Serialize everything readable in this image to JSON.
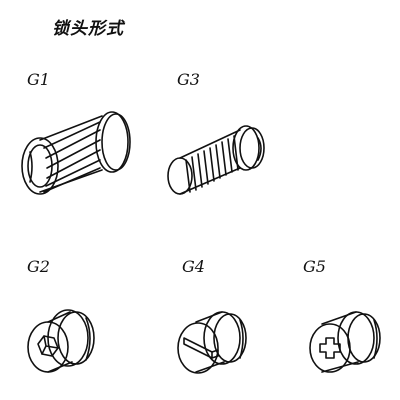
{
  "title": "锁头形式",
  "items": [
    {
      "id": "G1"
    },
    {
      "id": "G3"
    },
    {
      "id": "G2"
    },
    {
      "id": "G4"
    },
    {
      "id": "G5"
    }
  ]
}
